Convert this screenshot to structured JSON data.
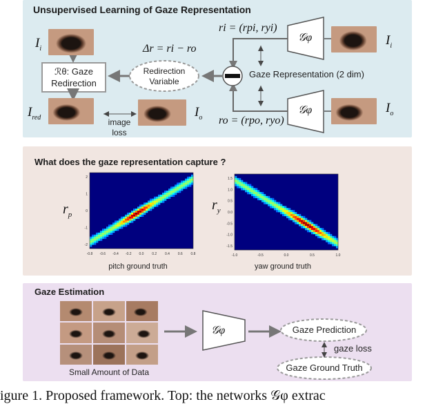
{
  "panel1": {
    "title": "Unsupervised Learning of Gaze Representation",
    "I_i_left": "I",
    "I_i_left_sub": "i",
    "I_i_right": "I",
    "I_i_right_sub": "i",
    "I_red": "I",
    "I_red_sub": "red",
    "I_o_left": "I",
    "I_o_left_sub": "o",
    "I_o_right": "I",
    "I_o_right_sub": "o",
    "redirection_line1": "ℛθ: Gaze",
    "redirection_line2": "Redirection",
    "delta_r": "Δr = ri − ro",
    "variable_line1": "Redirection",
    "variable_line2": "Variable",
    "minus": "−",
    "r_i_eq": "ri = (rpi, ryi)",
    "r_o_eq": "ro = (rpo, ryo)",
    "gaze_rep": "Gaze Representation (2 dim)",
    "image_loss_line1": "image",
    "image_loss_line2": "loss",
    "g_phi": "𝒢φ"
  },
  "panel2": {
    "title": "What does the gaze representation capture ?",
    "rp_label": "r",
    "rp_sub": "p",
    "ry_label": "r",
    "ry_sub": "y",
    "pitch_xlabel": "pitch ground truth",
    "yaw_xlabel": "yaw ground truth"
  },
  "panel3": {
    "title": "Gaze Estimation",
    "small_data": "Small Amount of Data",
    "gaze_prediction": "Gaze Prediction",
    "gaze_loss": "gaze loss",
    "gaze_ground_truth": "Gaze Ground Truth",
    "g_phi": "𝒢φ"
  },
  "caption": "igure 1. Proposed framework.   Top: the networks 𝒢φ extrac",
  "chart_data": [
    {
      "type": "heatmap",
      "xlabel": "pitch ground truth",
      "ylabel": "rp",
      "ylim": [
        -2.5,
        2.5
      ],
      "xlim": [
        -0.8,
        0.8
      ],
      "x_ticks": [
        "-0.8",
        "-0.6",
        "-0.4",
        "-0.2",
        "0.0",
        "0.2",
        "0.4",
        "0.6",
        "0.8"
      ],
      "y_ticks": [
        "2",
        "1",
        "0",
        "-1",
        "-2"
      ],
      "trend": "positive"
    },
    {
      "type": "heatmap",
      "xlabel": "yaw ground truth",
      "ylabel": "ry",
      "ylim": [
        -1.8,
        1.5
      ],
      "xlim": [
        -1.0,
        1.0
      ],
      "x_ticks": [
        "-1.0",
        "-0.5",
        "0.0",
        "0.5",
        "1.0"
      ],
      "y_ticks": [
        "1.5",
        "1.0",
        "0.5",
        "0.0",
        "-0.5",
        "-1.0",
        "-1.5"
      ],
      "trend": "negative"
    }
  ]
}
